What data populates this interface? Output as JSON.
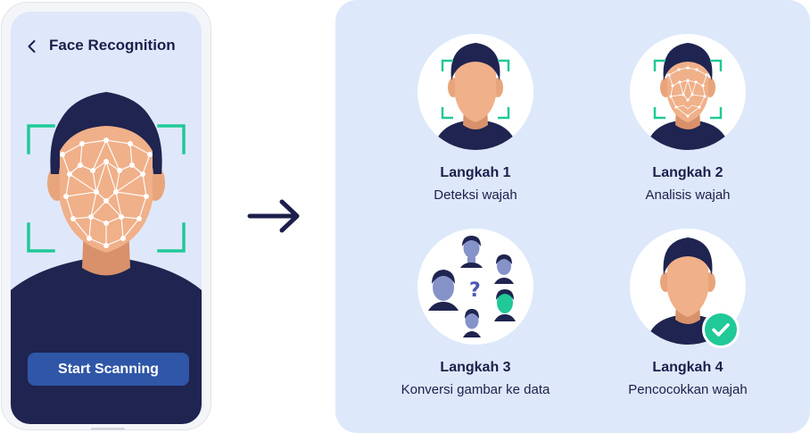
{
  "phone": {
    "title": "Face Recognition",
    "button_label": "Start Scanning"
  },
  "steps": [
    {
      "title": "Langkah 1",
      "desc": "Deteksi wajah"
    },
    {
      "title": "Langkah 2",
      "desc": "Analisis wajah"
    },
    {
      "title": "Langkah 3",
      "desc": "Konversi gambar ke data"
    },
    {
      "title": "Langkah 4",
      "desc": "Pencocokkan wajah"
    }
  ],
  "colors": {
    "accent_green": "#20c997",
    "navy": "#1c1f4a",
    "button_blue": "#2f56a7",
    "panel_bg": "#dde8fb",
    "skin": "#e8a57c"
  },
  "icons": {
    "back": "chevron-left-icon",
    "arrow": "arrow-right-icon",
    "check": "checkmark-icon",
    "question": "question-mark-icon"
  }
}
